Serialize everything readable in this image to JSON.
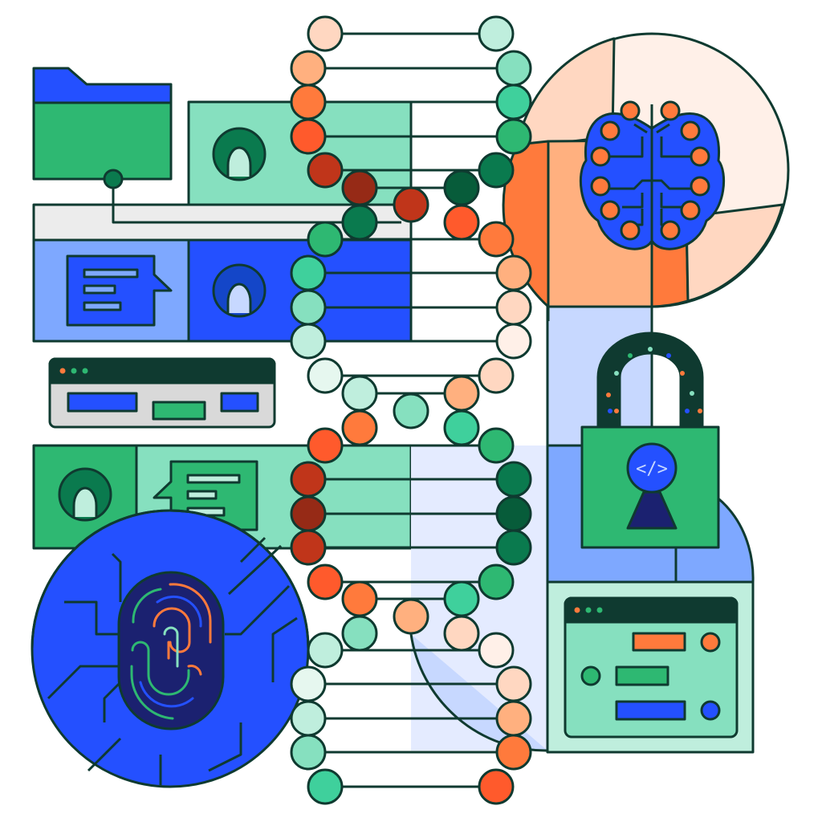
{
  "illustration": {
    "subject": "DNA double helix with digital security and identity motifs",
    "colors": {
      "outline": "#0f3a30",
      "blue": "#2450ff",
      "navy": "#1b2170",
      "light_blue": "#7ea8ff",
      "pale_blue": "#c7d8ff",
      "green": "#2eb872",
      "dark_green": "#0a7a4e",
      "mint": "#86e0bf",
      "pale_mint": "#bfeedd",
      "orange": "#ff7a3c",
      "peach": "#ffb07f",
      "pale_peach": "#ffd7c1",
      "cream": "#fff0e8",
      "rust": "#c0351a",
      "grey": "#e6e6e6"
    },
    "code_symbol": "</>",
    "elements": [
      {
        "name": "folder-icon"
      },
      {
        "name": "user-card-1"
      },
      {
        "name": "chat-panel"
      },
      {
        "name": "user-card-2"
      },
      {
        "name": "browser-window-small"
      },
      {
        "name": "user-card-3"
      },
      {
        "name": "fingerprint-circuit"
      },
      {
        "name": "dna-helix"
      },
      {
        "name": "brain-circle"
      },
      {
        "name": "padlock"
      },
      {
        "name": "browser-window-large"
      }
    ]
  }
}
